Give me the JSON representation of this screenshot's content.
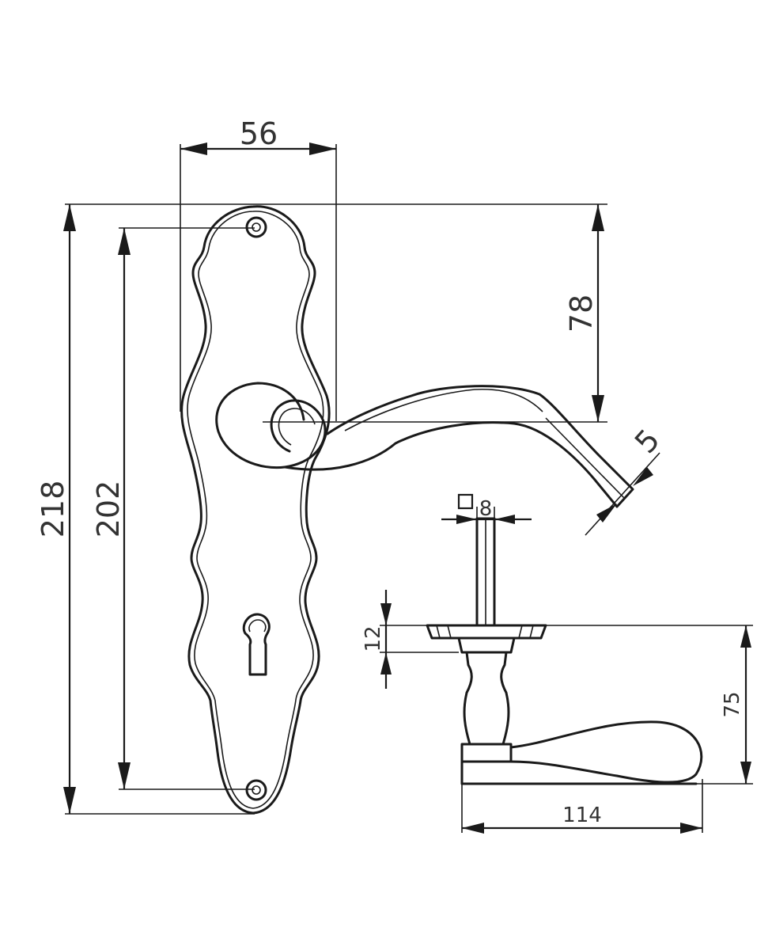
{
  "dimensions": {
    "plate_width": "56",
    "lever_height": "78",
    "plate_height": "218",
    "screw_distance": "202",
    "lever_thickness": "5",
    "spindle": "8",
    "rose_thickness": "12",
    "lever_projection": "75",
    "lever_length": "114"
  },
  "symbols": {
    "square_spindle": "square-spindle-icon"
  }
}
